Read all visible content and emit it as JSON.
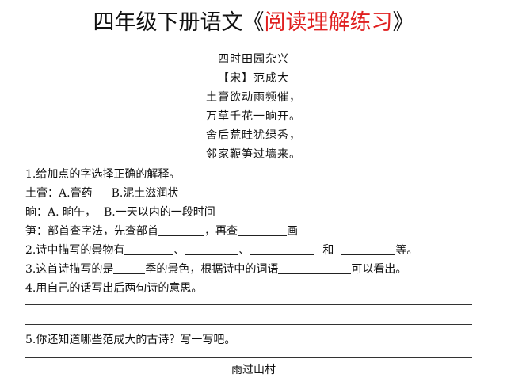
{
  "header": {
    "title_prefix": "四年级下册语文《",
    "title_red": "阅读理解练习",
    "title_suffix": "》"
  },
  "poem": {
    "title": "四时田园杂兴",
    "author": "【宋】范成大",
    "lines": [
      "土膏欲动雨频催，",
      "万草千花一晌开。",
      "舍后荒畦犹绿秀，",
      "邻家鞭笋过墙来。"
    ]
  },
  "questions": {
    "q1": {
      "prompt": "1.给加点的字选择正确的解释。",
      "item1_label": "土膏：",
      "item1_a": "A.膏药",
      "item1_b": "B.泥土滋润状",
      "item2_label": "晌：",
      "item2_a": "A. 晌午，",
      "item2_b": "B.一天以内的一段时间",
      "item3_text": "笋：部首查字法，先查部首",
      "item3_mid": "，再查",
      "item3_end": "画"
    },
    "q2": {
      "prompt": "2.诗中描写的景物有",
      "sep": "、",
      "and": "和",
      "end": "等。"
    },
    "q3": {
      "prompt": "3.这首诗描写的是",
      "mid": "季的景色，根据诗中的词语",
      "end": "可以看出。"
    },
    "q4": {
      "prompt": "4.用自己的话写出后两句诗的意思。"
    },
    "q5": {
      "prompt": "5.你还知道哪些范成大的古诗？写一写吧。"
    }
  },
  "footer": {
    "text": "雨过山村"
  }
}
